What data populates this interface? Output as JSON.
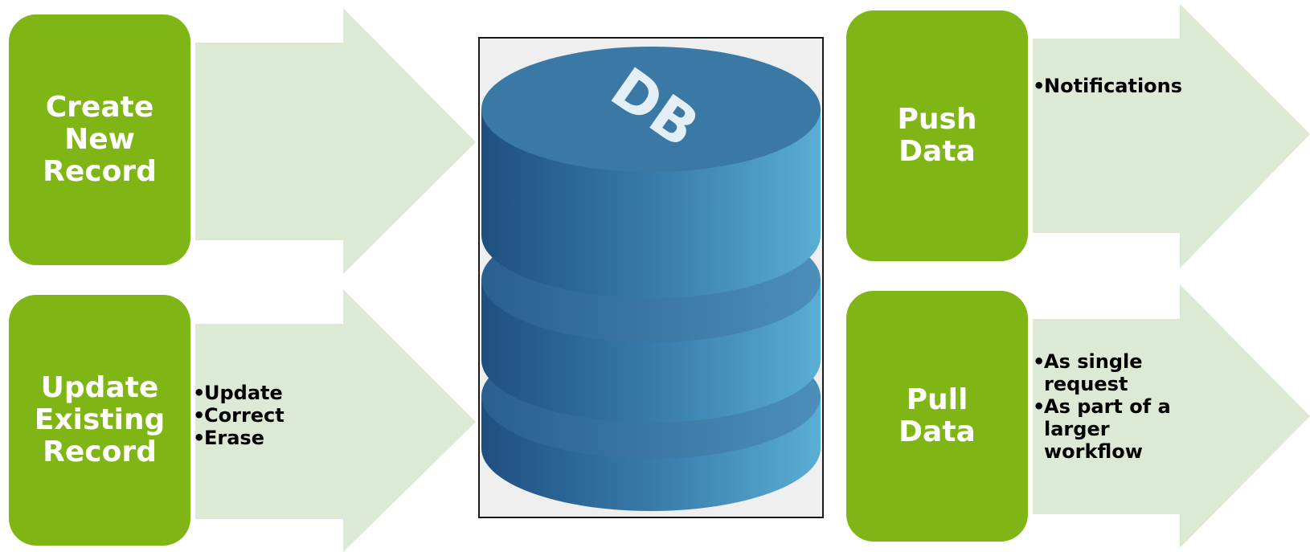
{
  "left": {
    "create_title": [
      "Create",
      "New",
      "Record"
    ],
    "update_title": [
      "Update",
      "Existing",
      "Record"
    ],
    "update_bullets": [
      "Update",
      "Correct",
      "Erase"
    ]
  },
  "right": {
    "push_title": [
      "Push",
      "Data"
    ],
    "push_bullets": [
      "Notifications"
    ],
    "pull_title": [
      "Pull",
      "Data"
    ],
    "pull_bullets": [
      "As single request",
      "As part of a larger workflow"
    ]
  },
  "center": {
    "db_label": "DB"
  },
  "colors": {
    "box_green": "#7fb514",
    "arrow_green": "#dce9d5",
    "db_dark": "#1f4f7f",
    "db_light": "#5aaed4",
    "db_top": "#3a79a6"
  }
}
